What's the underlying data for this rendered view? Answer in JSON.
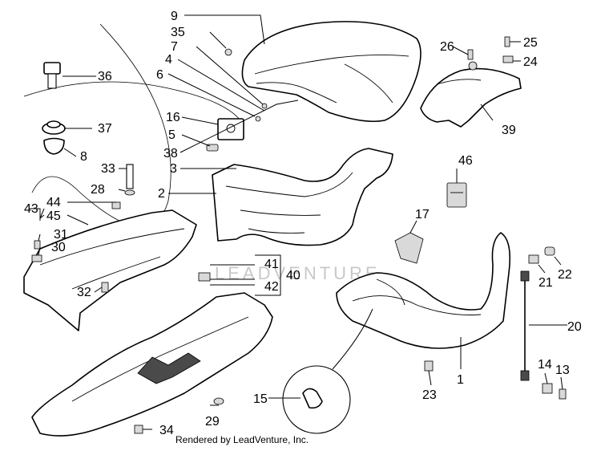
{
  "credit": "Rendered by LeadVenture, Inc.",
  "watermark": "LEADVENTURE",
  "callouts": {
    "c1": "1",
    "c2": "2",
    "c3": "3",
    "c4": "4",
    "c5": "5",
    "c6": "6",
    "c7": "7",
    "c8": "8",
    "c9": "9",
    "c13": "13",
    "c14": "14",
    "c15": "15",
    "c16": "16",
    "c17": "17",
    "c20": "20",
    "c21": "21",
    "c22": "22",
    "c23": "23",
    "c24": "24",
    "c25": "25",
    "c26": "26",
    "c28": "28",
    "c29": "29",
    "c30": "30",
    "c31": "31",
    "c32": "32",
    "c33": "33",
    "c34": "34",
    "c35": "35",
    "c36": "36",
    "c37": "37",
    "c38": "38",
    "c39": "39",
    "c40": "40",
    "c41": "41",
    "c42": "42",
    "c43": "43",
    "c44": "44",
    "c45": "45",
    "c46": "46"
  }
}
